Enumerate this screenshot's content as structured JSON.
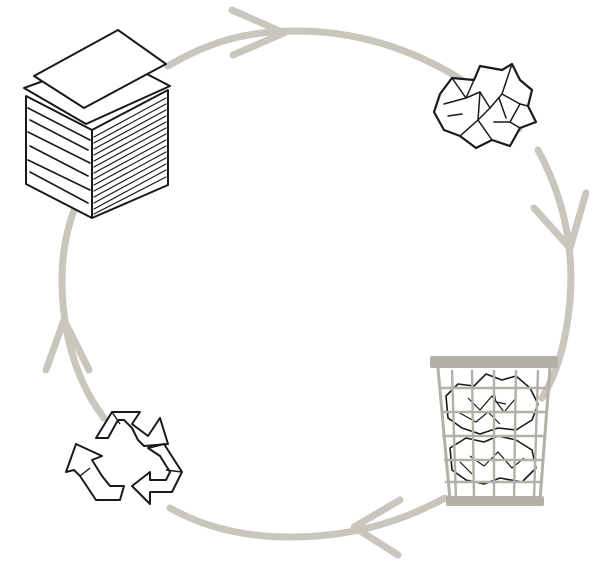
{
  "diagram": {
    "type": "cycle",
    "stages": [
      {
        "name": "paper-stack",
        "icon": "paper-stack-icon"
      },
      {
        "name": "crumpled-paper",
        "icon": "crumpled-paper-icon"
      },
      {
        "name": "wastebasket",
        "icon": "wastebasket-icon"
      },
      {
        "name": "recycle",
        "icon": "recycle-icon"
      }
    ],
    "arrow_direction": "clockwise",
    "colors": {
      "ring": "#c9c6bd",
      "ink": "#1a1a1a",
      "basket": "#b3b0a7",
      "background": "#ffffff"
    }
  }
}
